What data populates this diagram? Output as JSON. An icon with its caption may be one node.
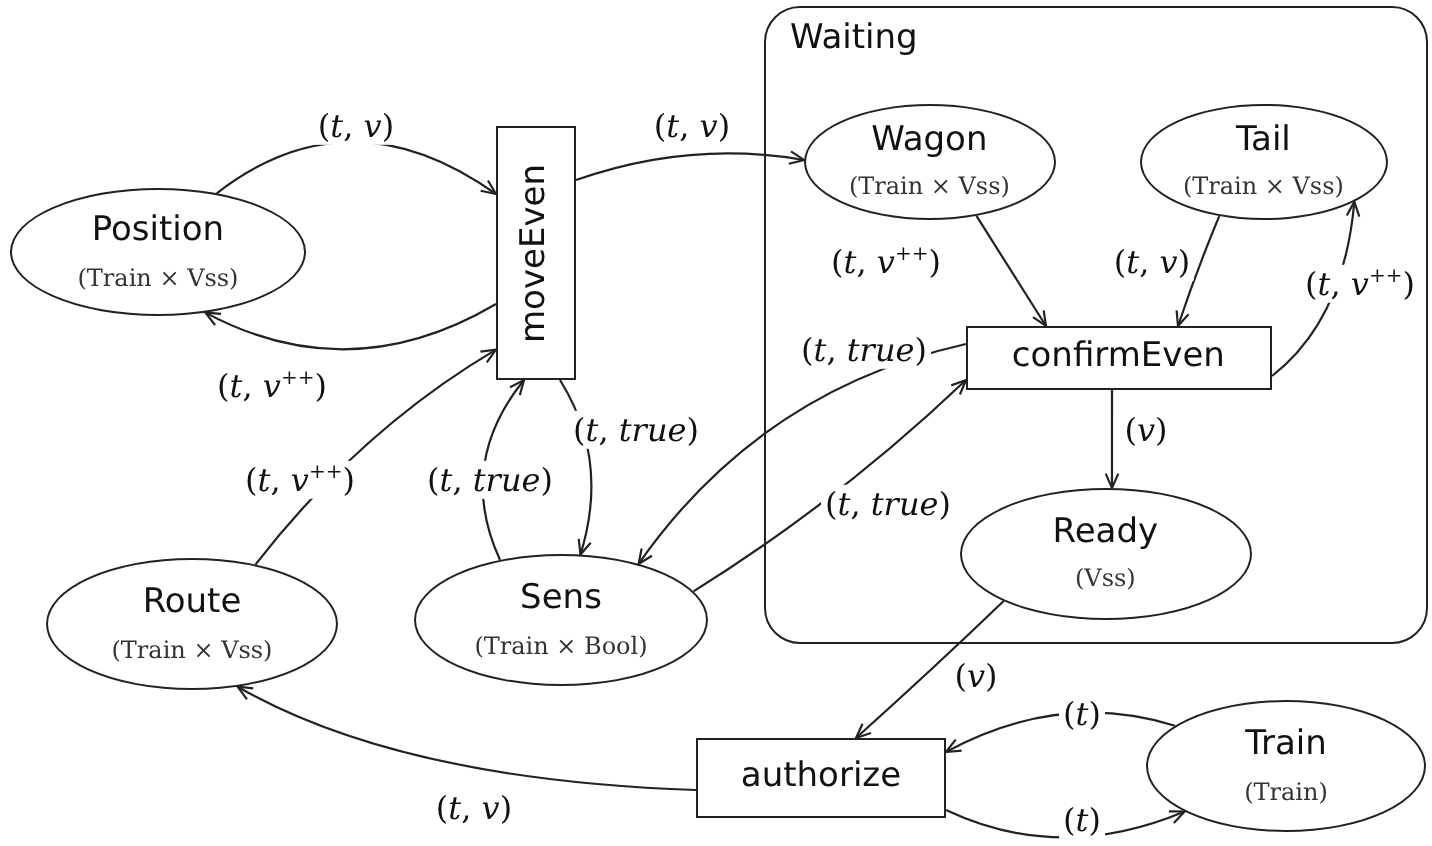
{
  "diagram": {
    "nodes": [
      {
        "text": [
          "Waiting"
        ]
      },
      {
        "text": [
          "Position",
          "(Train × Vss)"
        ]
      },
      {
        "text": [
          "moveEven"
        ]
      },
      {
        "text": [
          "Wagon",
          "(Train × Vss)"
        ],
        "in": 0
      },
      {
        "text": [
          "Tail",
          "(Train × Vss)"
        ],
        "in": 0
      },
      {
        "text": [
          "confirmEven"
        ],
        "in": 0
      },
      {
        "text": [
          "Ready",
          "(Vss)"
        ],
        "in": 0
      },
      {
        "text": [
          "Route",
          "(Train × Vss)"
        ]
      },
      {
        "text": [
          "Sens",
          "(Train × Bool)"
        ]
      },
      {
        "text": [
          "authorize"
        ]
      },
      {
        "text": [
          "Train",
          "(Train)"
        ]
      }
    ],
    "edges": [
      {
        "from": 1,
        "to": 2,
        "arrow": "to",
        "label": "(*t*, *v*)"
      },
      {
        "from": 2,
        "to": 1,
        "arrow": "to",
        "label": "(*t*, *v*$^{++}$)"
      },
      {
        "from": 2,
        "to": 3,
        "arrow": "to",
        "label": "(*t*, *v*)"
      },
      {
        "from": 3,
        "to": 5,
        "arrow": "to",
        "label": "(*t*, *v*$^{++}$)"
      },
      {
        "from": 4,
        "to": 5,
        "arrow": "to",
        "label": "(*t*, *v*)"
      },
      {
        "from": 5,
        "to": 4,
        "arrow": "to",
        "label": "(*t*, *v*$^{++}$)"
      },
      {
        "from": 5,
        "to": 6,
        "arrow": "to",
        "label": "(*v*)"
      },
      {
        "from": 5,
        "to": 8,
        "arrow": "to",
        "label": "(*t*, *true*)"
      },
      {
        "from": 8,
        "to": 5,
        "arrow": "to",
        "label": "(*t*, *true*)"
      },
      {
        "from": 7,
        "to": 2,
        "arrow": "to",
        "label": "(*t*, *v*$^{++}$)"
      },
      {
        "from": 8,
        "to": 2,
        "arrow": "to",
        "label": "(*t*, *true*)"
      },
      {
        "from": 2,
        "to": 8,
        "arrow": "to",
        "label": "(*t*, *true*)"
      },
      {
        "from": 6,
        "to": 9,
        "arrow": "to",
        "label": "(*v*)"
      },
      {
        "from": 9,
        "to": 7,
        "arrow": "to",
        "label": "(*t*, *v*)"
      },
      {
        "from": 10,
        "to": 9,
        "arrow": "to",
        "label": "(*t*)"
      },
      {
        "from": 9,
        "to": 10,
        "arrow": "to",
        "label": "(*t*)"
      }
    ]
  }
}
